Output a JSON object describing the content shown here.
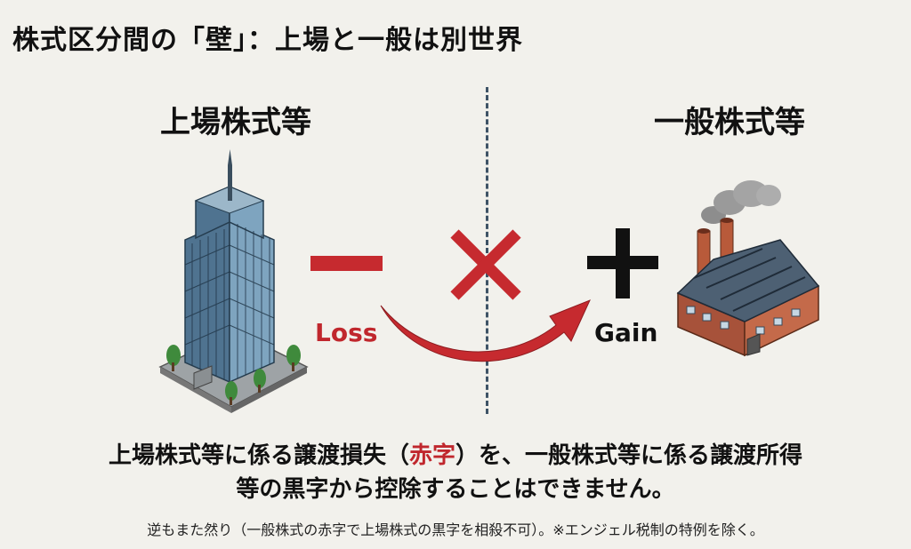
{
  "title": "株式区分間の「壁」：上場と一般は別世界",
  "left": {
    "label": "上場株式等",
    "sign_label": "Loss",
    "icon": "skyscraper-icon"
  },
  "right": {
    "label": "一般株式等",
    "sign_label": "Gain",
    "icon": "factory-icon"
  },
  "blocked_icon": "cross-icon",
  "note": {
    "line1_pre": "上場株式等に係る譲渡損失（",
    "line1_red": "赤字",
    "line1_post": "）を、一般株式等に係る譲渡所得",
    "line2": "等の黒字から控除することはできません。",
    "sub": "逆もまた然り（一般株式の赤字で上場株式の黒字を相殺不可）。※エンジェル税制の特例を除く。"
  },
  "colors": {
    "red": "#c62a2f",
    "divider": "#3e5366",
    "background": "#f2f1ec"
  }
}
